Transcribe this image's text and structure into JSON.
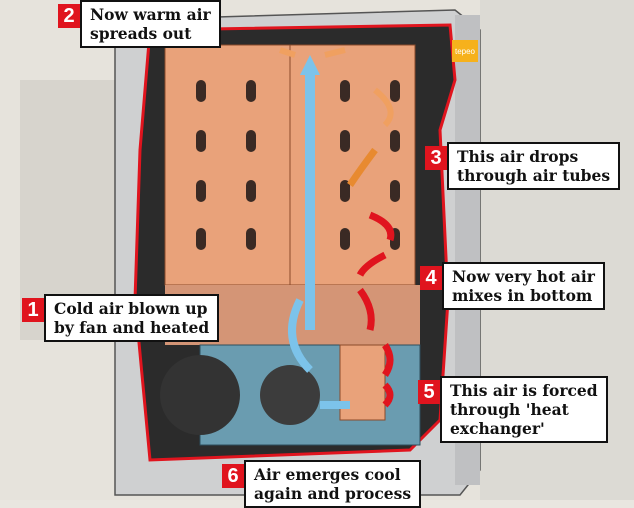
{
  "brand": "tepeo",
  "callouts": [
    {
      "number": "1",
      "text": "Cold air blown up\nby fan and heated"
    },
    {
      "number": "2",
      "text": "Now warm air\nspreads out"
    },
    {
      "number": "3",
      "text": "This air drops\nthrough air tubes"
    },
    {
      "number": "4",
      "text": "Now very hot air\nmixes in bottom"
    },
    {
      "number": "5",
      "text": "This air is forced\nthrough 'heat\nexchanger'"
    },
    {
      "number": "6",
      "text": "Air emerges cool\nagain and process"
    }
  ],
  "colors": {
    "accent": "#e0141e",
    "core": "#e9a27a",
    "air_cold": "#7cc3ea",
    "air_hot": "#e0141e",
    "brand": "#f6b11c"
  }
}
